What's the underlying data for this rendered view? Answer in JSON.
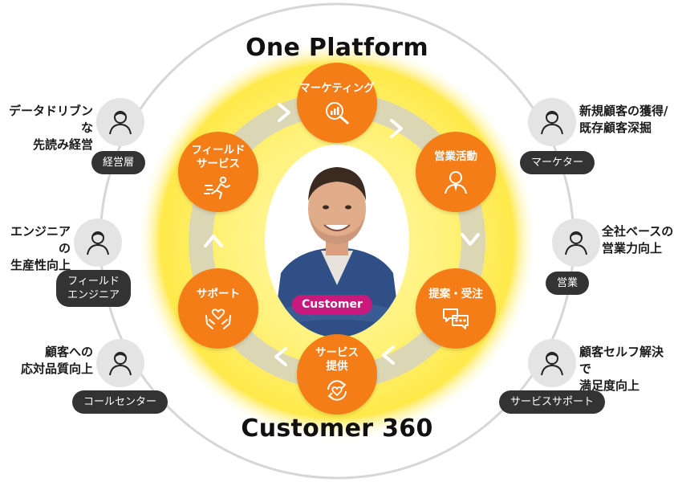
{
  "diagram": {
    "top_title": "One Platform",
    "bottom_title": "Customer 360",
    "center_badge": "Customer",
    "nodes": [
      {
        "label": "マーケティング",
        "icon": "magnifier-chart-icon"
      },
      {
        "label": "営業活動",
        "icon": "businessperson-icon"
      },
      {
        "label": "提案・受注",
        "icon": "chat-bubbles-icon"
      },
      {
        "label": "サービス\n提供",
        "icon": "heart-cycle-icon"
      },
      {
        "label": "サポート",
        "icon": "hands-heart-icon"
      },
      {
        "label": "フィールド\nサービス",
        "icon": "running-person-icon"
      }
    ],
    "roles_left": [
      {
        "caption": "データドリブンな\n先読み経営",
        "pill": "経営層"
      },
      {
        "caption": "エンジニアの\n生産性向上",
        "pill": "フィールド\nエンジニア"
      },
      {
        "caption": "顧客への\n応対品質向上",
        "pill": "コールセンター"
      }
    ],
    "roles_right": [
      {
        "caption": "新規顧客の獲得/\n既存顧客深掘",
        "pill": "マーケター"
      },
      {
        "caption": "全社ベースの\n営業力向上",
        "pill": "営業"
      },
      {
        "caption": "顧客セルフ解決で\n満足度向上",
        "pill": "サービスサポート"
      }
    ],
    "colors": {
      "node_orange": "#f47d17",
      "glow_yellow": "#fff27a",
      "ring_gray": "#d9d9d9",
      "badge_magenta": "#c9197c",
      "pill_dark": "#333333"
    }
  }
}
